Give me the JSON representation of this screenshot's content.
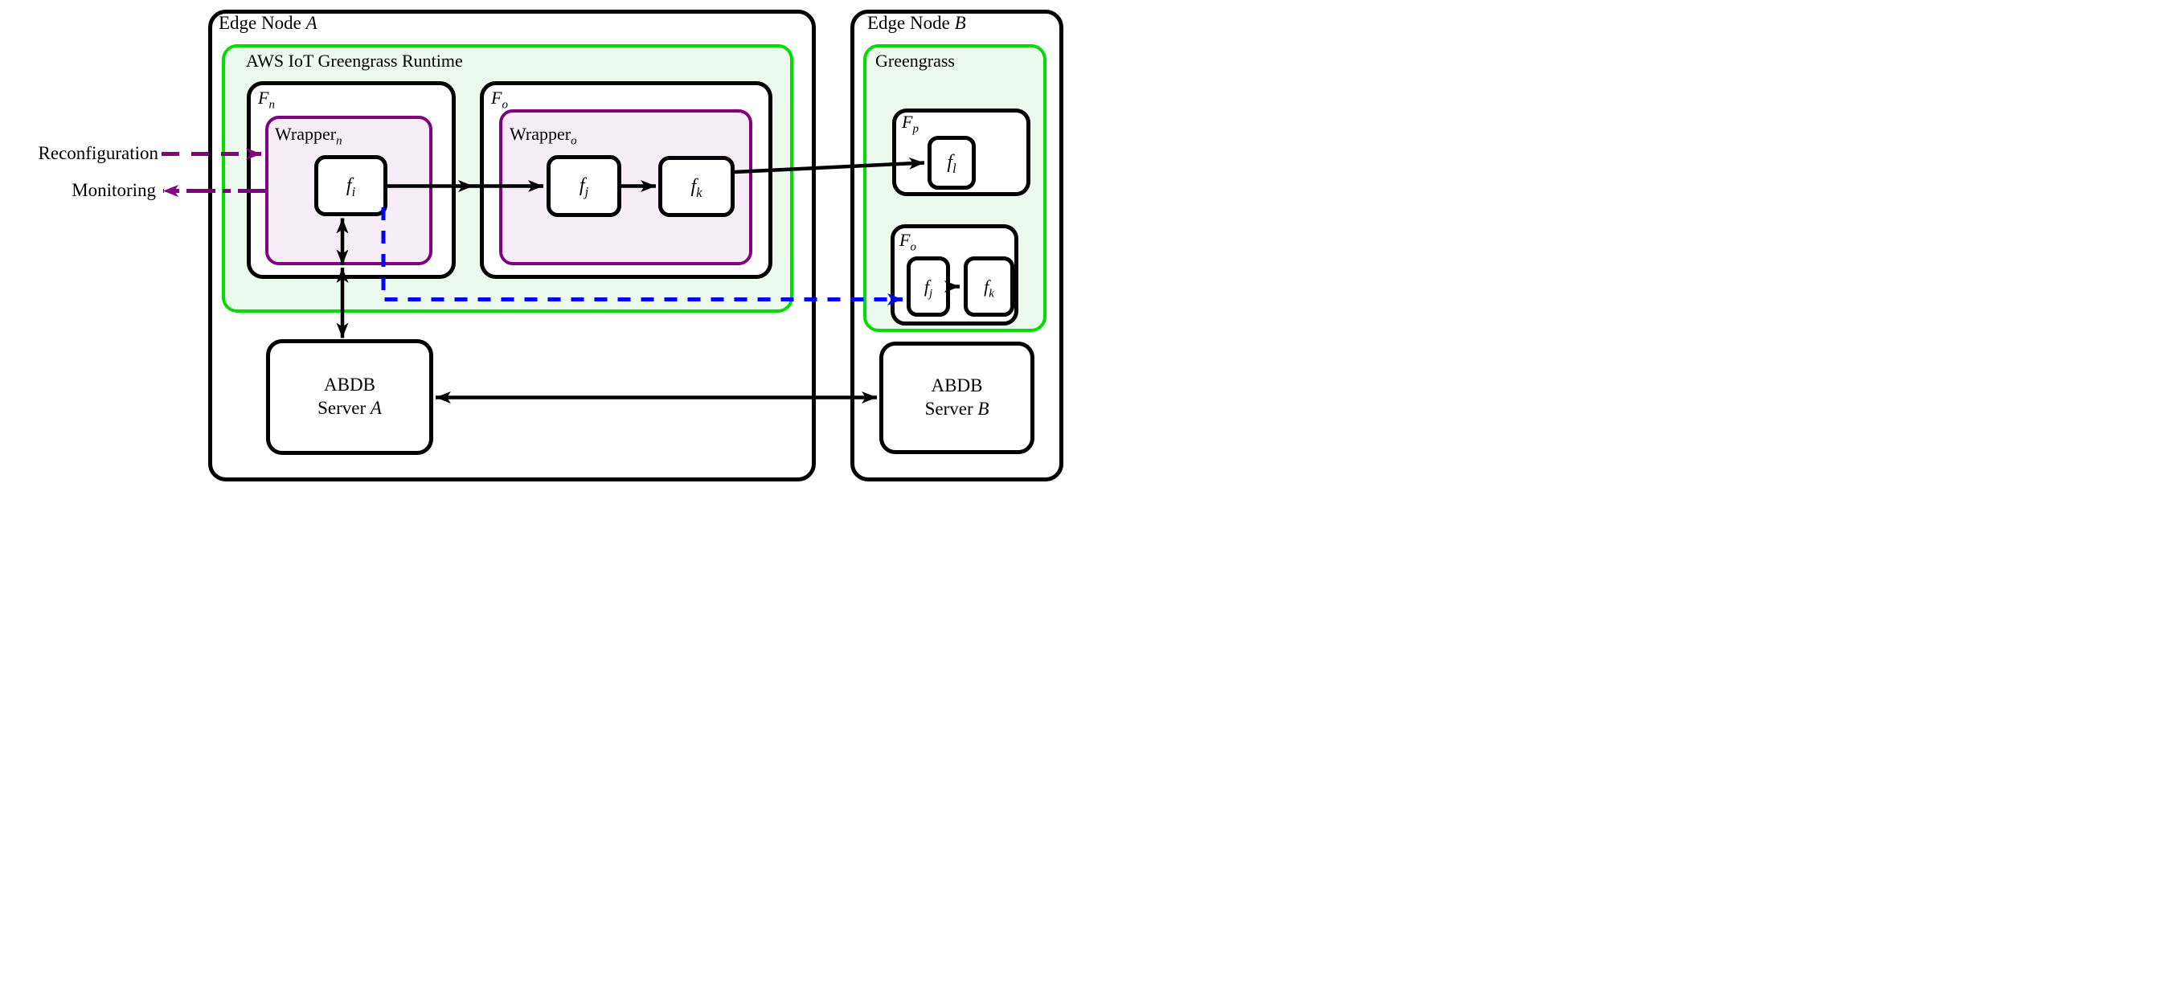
{
  "diagram": {
    "external_labels": {
      "reconfiguration": "Reconfiguration",
      "monitoring": "Monitoring"
    },
    "edge_node_a": {
      "title_prefix": "Edge Node ",
      "title_suffix": "A",
      "runtime_label": "AWS IoT Greengrass Runtime",
      "f_n": {
        "base": "F",
        "sub": "n"
      },
      "wrapper_n": {
        "base": "Wrapper",
        "sub": "n"
      },
      "f_i": {
        "base": "f",
        "sub": "i"
      },
      "f_o": {
        "base": "F",
        "sub": "o"
      },
      "wrapper_o": {
        "base": "Wrapper",
        "sub": "o"
      },
      "f_j": {
        "base": "f",
        "sub": "j"
      },
      "f_k": {
        "base": "f",
        "sub": "k"
      },
      "abdb": {
        "line1": "ABDB",
        "line2_prefix": "Server ",
        "line2_suffix": "A"
      }
    },
    "edge_node_b": {
      "title_prefix": "Edge Node ",
      "title_suffix": "B",
      "runtime_label": "Greengrass",
      "f_p": {
        "base": "F",
        "sub": "p"
      },
      "f_l": {
        "base": "f",
        "sub": "l"
      },
      "f_o": {
        "base": "F",
        "sub": "o"
      },
      "f_j": {
        "base": "f",
        "sub": "j"
      },
      "f_k": {
        "base": "f",
        "sub": "k"
      },
      "abdb": {
        "line1": "ABDB",
        "line2_prefix": "Server ",
        "line2_suffix": "B"
      }
    },
    "colors": {
      "greengrass_border": "#00dd00",
      "greengrass_fill": "#ecfaee",
      "wrapper_border": "#800080",
      "wrapper_fill": "#f6edf6",
      "offload_arrow_blue": "#0000ff",
      "control_arrow_purple": "#800080",
      "line_black": "#000000"
    }
  }
}
